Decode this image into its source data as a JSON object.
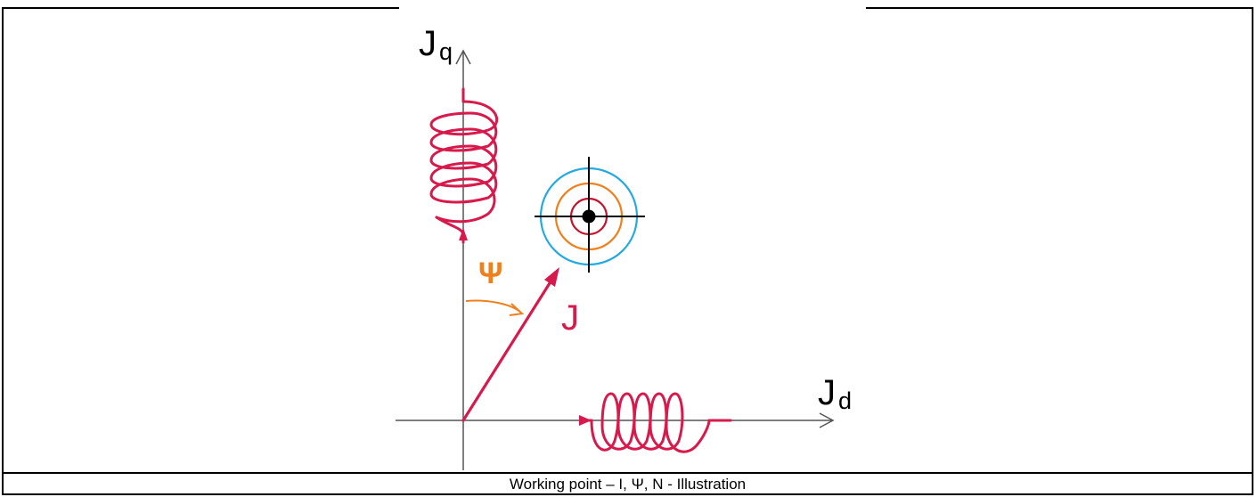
{
  "caption": "Working point – I, Ψ, N - Illustration",
  "labels": {
    "q_axis_main": "J",
    "q_axis_sub": "q",
    "d_axis_main": "J",
    "d_axis_sub": "d",
    "vector": "J",
    "angle": "Ψ"
  },
  "colors": {
    "axis": "#555555",
    "coil": "#d7194b",
    "vector": "#d7194b",
    "angle": "#f07f1e",
    "target_outer": "#25a9df",
    "target_middle": "#f07f1e",
    "target_inner": "#c4132a",
    "crosshair": "#000000",
    "frame": "#000000"
  },
  "icons": {
    "q_inductor": "inductor-coil-icon",
    "d_inductor": "inductor-coil-icon",
    "working_point": "crosshair-target-icon"
  }
}
